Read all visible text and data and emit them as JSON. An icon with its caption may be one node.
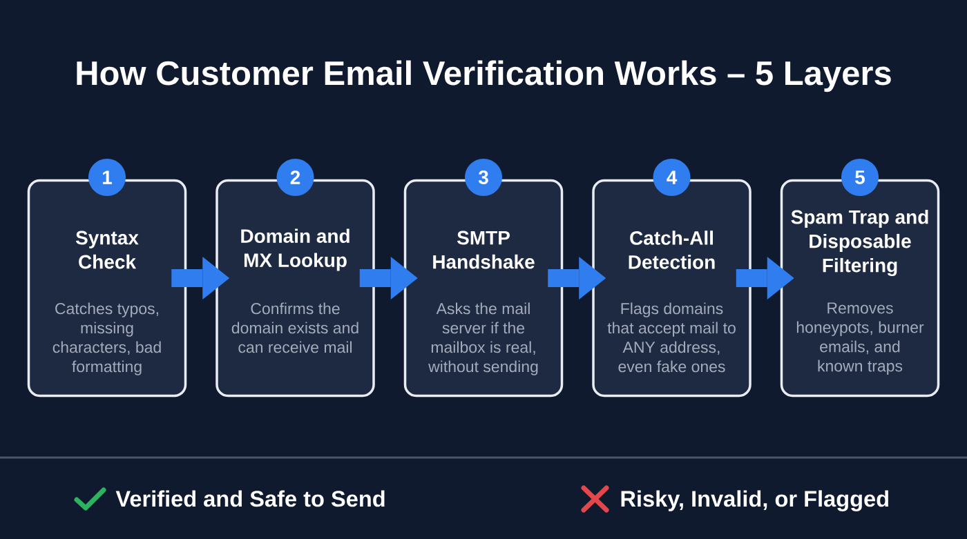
{
  "diagram": {
    "title": "How Customer Email Verification Works – 5 Layers",
    "nodes": [
      {
        "text": [
          "1"
        ]
      },
      {
        "text": [
          "Syntax Check",
          "Catches typos, missing characters, bad formatting"
        ]
      },
      {
        "text": [
          "2"
        ]
      },
      {
        "text": [
          "Domain and MX Lookup",
          "Confirms the domain exists and can receive mail"
        ]
      },
      {
        "text": [
          "3"
        ]
      },
      {
        "text": [
          "SMTP Handshake",
          "Asks the mail server if the mailbox is real, without sending"
        ]
      },
      {
        "text": [
          "4"
        ]
      },
      {
        "text": [
          "Catch-All Detection",
          "Flags domains that accept mail to ANY address, even fake ones"
        ]
      },
      {
        "text": [
          "5"
        ]
      },
      {
        "text": [
          "Spam Trap and Disposable Filtering",
          "Removes honeypots, burner emails, and known traps"
        ]
      }
    ],
    "edges": [
      {
        "from": 1,
        "to": 3,
        "arrow": "to"
      },
      {
        "from": 3,
        "to": 5,
        "arrow": "to"
      },
      {
        "from": 5,
        "to": 7,
        "arrow": "to"
      },
      {
        "from": 7,
        "to": 9,
        "arrow": "to"
      }
    ],
    "labels": [
      "Verified and Safe to Send",
      "Risky, Invalid, or Flagged"
    ]
  }
}
